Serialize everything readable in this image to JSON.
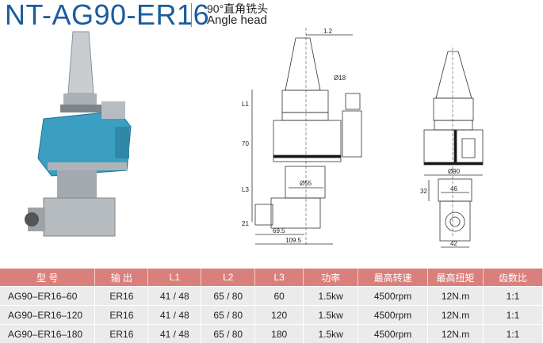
{
  "header": {
    "model": "NT-AG90-ER16",
    "subtitle_cn": "90°直角铣头",
    "subtitle_en": "Angle head"
  },
  "drawing": {
    "dims": [
      "1.2",
      "Ø18",
      "L1",
      "70",
      "L3",
      "21",
      "Ø55",
      "69.5",
      "109.5",
      "Ø90",
      "32",
      "46",
      "42"
    ]
  },
  "table": {
    "headers": [
      "型 号",
      "输 出",
      "L1",
      "L2",
      "L3",
      "功率",
      "最高转速",
      "最高扭矩",
      "齿数比"
    ],
    "rows": [
      [
        "AG90–ER16–60",
        "ER16",
        "41 / 48",
        "65 / 80",
        "60",
        "1.5kw",
        "4500rpm",
        "12N.m",
        "1:1"
      ],
      [
        "AG90–ER16–120",
        "ER16",
        "41 / 48",
        "65 / 80",
        "120",
        "1.5kw",
        "4500rpm",
        "12N.m",
        "1:1"
      ],
      [
        "AG90–ER16–180",
        "ER16",
        "41 / 48",
        "65 / 80",
        "180",
        "1.5kw",
        "4500rpm",
        "12N.m",
        "1:1"
      ]
    ]
  },
  "colors": {
    "brand": "#1a5c9e",
    "table_header": "#d9807c",
    "body_blue": "#3a9fc0"
  }
}
